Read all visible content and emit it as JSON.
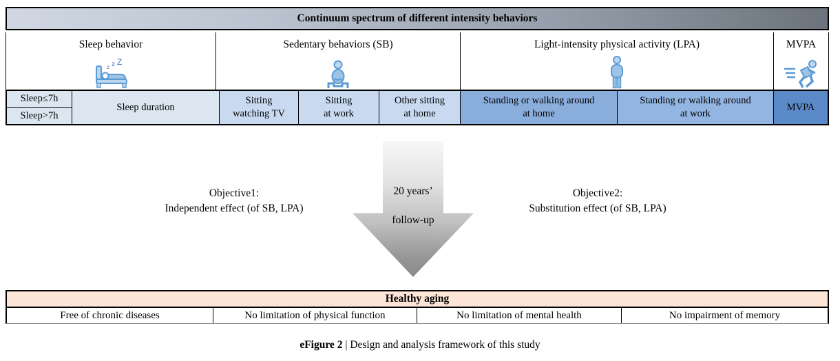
{
  "title_bar": {
    "label": "Continuum spectrum of different intensity behaviors"
  },
  "categories": [
    {
      "label": "Sleep behavior",
      "icon": "sleeping-bed-icon"
    },
    {
      "label": "Sedentary behaviors (SB)",
      "icon": "sitting-person-icon"
    },
    {
      "label": "Light-intensity physical activity (LPA)",
      "icon": "standing-person-icon"
    },
    {
      "label": "MVPA",
      "icon": "running-person-icon"
    }
  ],
  "behavior_row": {
    "sleep_le": "Sleep≤7h",
    "sleep_gt": "Sleep>7h",
    "cells": [
      {
        "line1": "Sleep duration",
        "line2": ""
      },
      {
        "line1": "Sitting",
        "line2": "watching TV"
      },
      {
        "line1": "Sitting",
        "line2": "at work"
      },
      {
        "line1": "Other sitting",
        "line2": "at home"
      },
      {
        "line1": "Standing or walking around",
        "line2": "at home"
      },
      {
        "line1": "Standing or walking around",
        "line2": "at work"
      },
      {
        "line1": "MVPA",
        "line2": ""
      }
    ]
  },
  "middle": {
    "objective1": {
      "line1": "Objective1:",
      "line2": "Independent effect (of SB, LPA)"
    },
    "arrow": {
      "line1": "20 years’",
      "line2": "follow-up"
    },
    "objective2": {
      "line1": "Objective2:",
      "line2": "Substitution effect (of SB, LPA)"
    }
  },
  "healthy_aging": {
    "header": "Healthy aging",
    "cells": [
      "Free of chronic diseases",
      "No limitation of physical function",
      "No limitation of mental health",
      "No impairment of memory"
    ]
  },
  "caption": {
    "figure_label": "eFigure 2",
    "separator": " | ",
    "text": "Design and analysis framework of this study"
  },
  "colors": {
    "title_gradient_left": "#d0d7e2",
    "title_gradient_right": "#6c737c",
    "sleep_cell": "#dce6f1",
    "sitting_cell": "#c9daf0",
    "standing_home_cell": "#8aaedc",
    "standing_work_cell": "#93b5e1",
    "mvpa_cell": "#5b8ac9",
    "healthy_aging_header": "#fce4d6",
    "icon_stroke": "#5b9bd5",
    "icon_fill_light": "#bdd7ee",
    "icon_fill_mid": "#9dc3e6",
    "arrow_gradient_bottom": "#8a8a8a"
  }
}
